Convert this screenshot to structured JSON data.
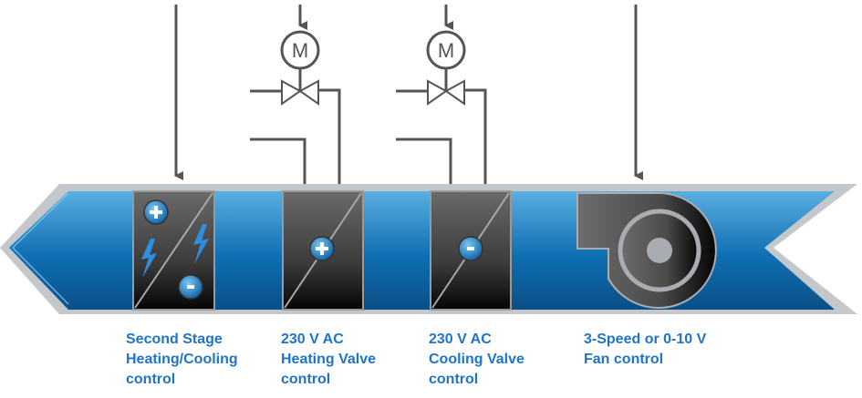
{
  "colors": {
    "duct_blue": "#1f7fc4",
    "frame_gray": "#c4c7cb",
    "line_gray": "#555555",
    "label_blue": "#1f74c9"
  },
  "motors": [
    {
      "symbol": "M"
    },
    {
      "symbol": "M"
    }
  ],
  "icons": [
    "plus-icon",
    "minus-icon",
    "lightning-icon",
    "fan-icon",
    "motor-icon",
    "valve-icon"
  ],
  "labels": [
    {
      "lines": [
        "Second Stage",
        "Heating/Cooling",
        "control"
      ]
    },
    {
      "lines": [
        "230 V AC",
        "Heating Valve",
        "control"
      ]
    },
    {
      "lines": [
        "230 V AC",
        "Cooling Valve",
        "control"
      ]
    },
    {
      "lines": [
        "3-Speed or 0-10 V",
        "Fan control"
      ]
    }
  ]
}
